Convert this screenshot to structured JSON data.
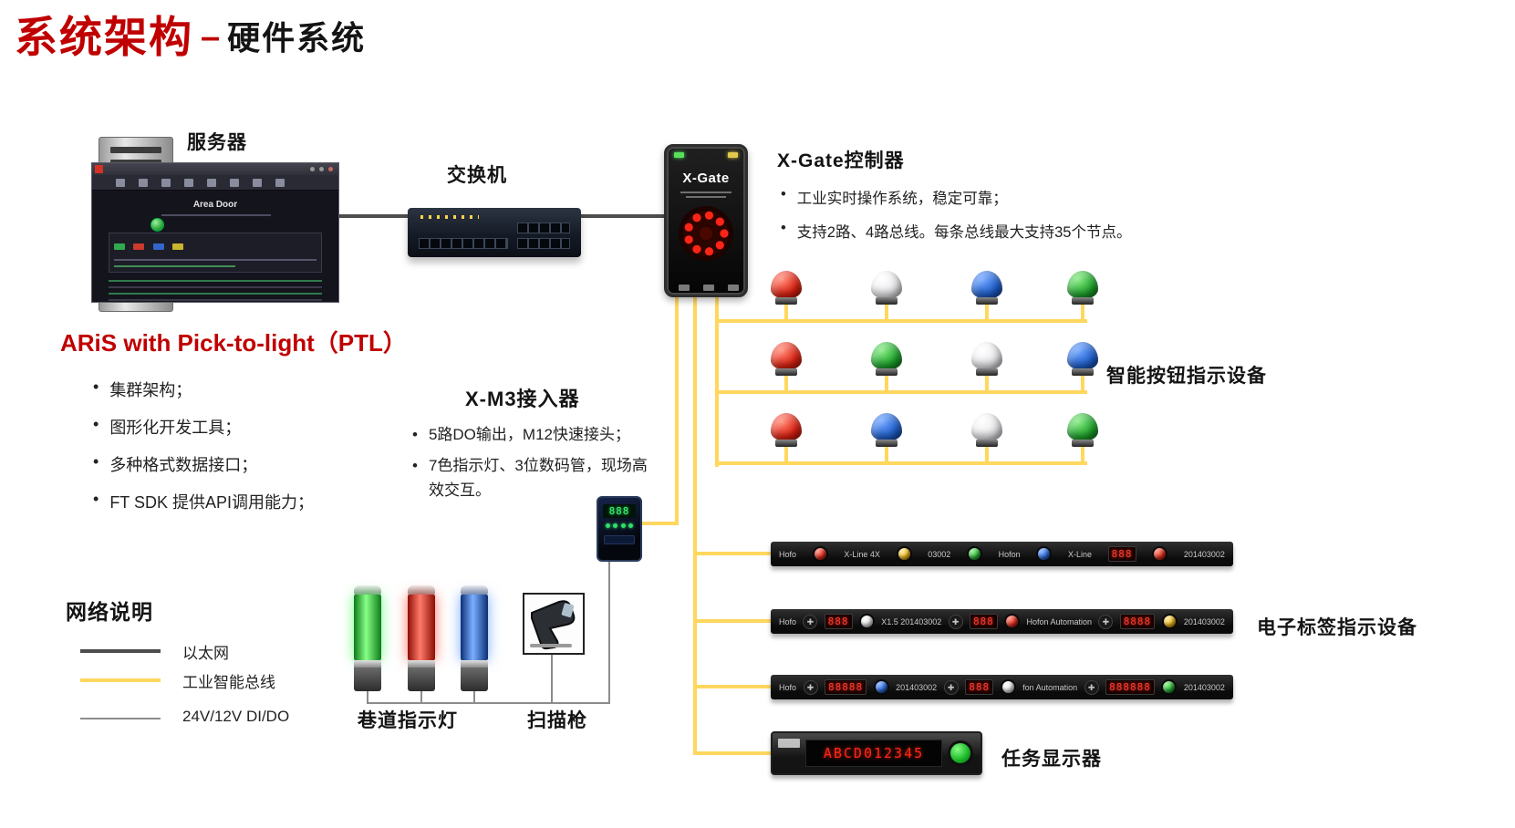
{
  "title": {
    "main": "系统架构",
    "dash": "–",
    "sub": "硬件系统"
  },
  "colors": {
    "accent_red": "#C00000",
    "bus_yellow": "#FFD75E",
    "ethernet": "#4D4D4D",
    "dido": "#8C8C8C"
  },
  "icons": {
    "dpad": "✚"
  },
  "server": {
    "label": "服务器",
    "screen_title": "Area Door"
  },
  "aris": {
    "title": "ARiS with Pick-to-light（PTL）",
    "bullets": [
      "集群架构；",
      "图形化开发工具；",
      "多种格式数据接口；",
      "FT SDK 提供API调用能力；"
    ]
  },
  "switch": {
    "label": "交换机"
  },
  "xgate": {
    "heading": "X-Gate控制器",
    "device_label": "X-Gate",
    "bullets": [
      "工业实时操作系统，稳定可靠；",
      "支持2路、4路总线。每条总线最大支持35个节点。"
    ]
  },
  "xm3": {
    "heading": "X-M3接入器",
    "bullets": [
      "5路DO输出，M12快速接头；",
      "7色指示灯、3位数码管，现场高效交互。"
    ],
    "display": "888"
  },
  "smart_buttons": {
    "label": "智能按钮指示设备",
    "rows": [
      {
        "colors": [
          "red",
          "white",
          "blue",
          "green"
        ]
      },
      {
        "colors": [
          "red",
          "green",
          "white",
          "blue"
        ]
      },
      {
        "colors": [
          "red",
          "blue",
          "white",
          "green"
        ]
      }
    ]
  },
  "strips": {
    "label": "电子标签指示设备",
    "rows": [
      {
        "cells": [
          {
            "t": "text",
            "v": "Hofo"
          },
          {
            "t": "btn",
            "c": "red"
          },
          {
            "t": "text",
            "v": "X-Line 4X"
          },
          {
            "t": "btn",
            "c": "yellow"
          },
          {
            "t": "text",
            "v": "03002"
          },
          {
            "t": "btn",
            "c": "green"
          },
          {
            "t": "text",
            "v": "Hofon"
          },
          {
            "t": "btn",
            "c": "blue"
          },
          {
            "t": "text",
            "v": "X-Line"
          },
          {
            "t": "disp",
            "v": "888"
          },
          {
            "t": "btn",
            "c": "red"
          },
          {
            "t": "text",
            "v": "201403002"
          }
        ]
      },
      {
        "cells": [
          {
            "t": "text",
            "v": "Hofo"
          },
          {
            "t": "dpad"
          },
          {
            "t": "disp",
            "v": "888"
          },
          {
            "t": "btn",
            "c": "white"
          },
          {
            "t": "text",
            "v": "X1.5  201403002"
          },
          {
            "t": "dpad"
          },
          {
            "t": "disp",
            "v": "888"
          },
          {
            "t": "btn",
            "c": "red"
          },
          {
            "t": "text",
            "v": "Hofon Automation"
          },
          {
            "t": "dpad"
          },
          {
            "t": "disp",
            "v": "8888"
          },
          {
            "t": "btn",
            "c": "yellow"
          },
          {
            "t": "text",
            "v": "201403002"
          }
        ]
      },
      {
        "cells": [
          {
            "t": "text",
            "v": "Hofo"
          },
          {
            "t": "dpad"
          },
          {
            "t": "disp",
            "v": "88888"
          },
          {
            "t": "btn",
            "c": "blue"
          },
          {
            "t": "text",
            "v": "201403002"
          },
          {
            "t": "dpad"
          },
          {
            "t": "disp",
            "v": "888"
          },
          {
            "t": "btn",
            "c": "white"
          },
          {
            "t": "text",
            "v": "fon Automation"
          },
          {
            "t": "dpad"
          },
          {
            "t": "disp",
            "v": "888888"
          },
          {
            "t": "btn",
            "c": "green"
          },
          {
            "t": "text",
            "v": "201403002"
          }
        ]
      }
    ]
  },
  "task_display": {
    "label": "任务显示器",
    "text": "ABCD012345"
  },
  "legend": {
    "heading": "网络说明",
    "items": [
      {
        "label": "以太网",
        "type": "ethernet"
      },
      {
        "label": "工业智能总线",
        "type": "bus"
      },
      {
        "label": "24V/12V DI/DO",
        "type": "dido"
      }
    ]
  },
  "towers": {
    "label": "巷道指示灯",
    "colors": [
      "green",
      "red",
      "blue"
    ]
  },
  "scanner": {
    "label": "扫描枪"
  }
}
